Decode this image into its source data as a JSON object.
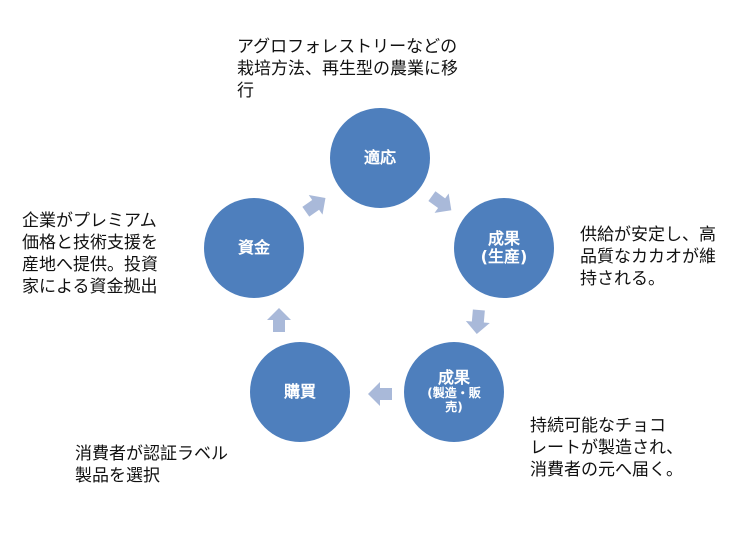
{
  "colors": {
    "node_fill": "#4e7fbd",
    "arrow_fill": "#a9b9d9",
    "text": "#111111"
  },
  "nodes": {
    "adapt": {
      "label": "適応"
    },
    "outcome_production": {
      "label": "成果",
      "sub": "(生産)"
    },
    "outcome_manufacturing": {
      "label": "成果",
      "sub1": "(製造・販",
      "sub2": "売)"
    },
    "purchase": {
      "label": "購買"
    },
    "funding": {
      "label": "資金"
    }
  },
  "notes": {
    "adapt": [
      "アグロフォレストリーなどの",
      "栽培方法、再生型の農業に移",
      "行"
    ],
    "production": [
      "供給が安定し、高",
      "品質なカカオが維",
      "持される。"
    ],
    "manufacturing": [
      "持続可能なチョコ",
      "レートが製造され、",
      "消費者の元へ届く。"
    ],
    "purchase": [
      "消費者が認証ラベル",
      "製品を選択"
    ],
    "funding": [
      "企業がプレミアム",
      "価格と技術支援を",
      "産地へ提供。投資",
      "家による資金拠出"
    ]
  }
}
